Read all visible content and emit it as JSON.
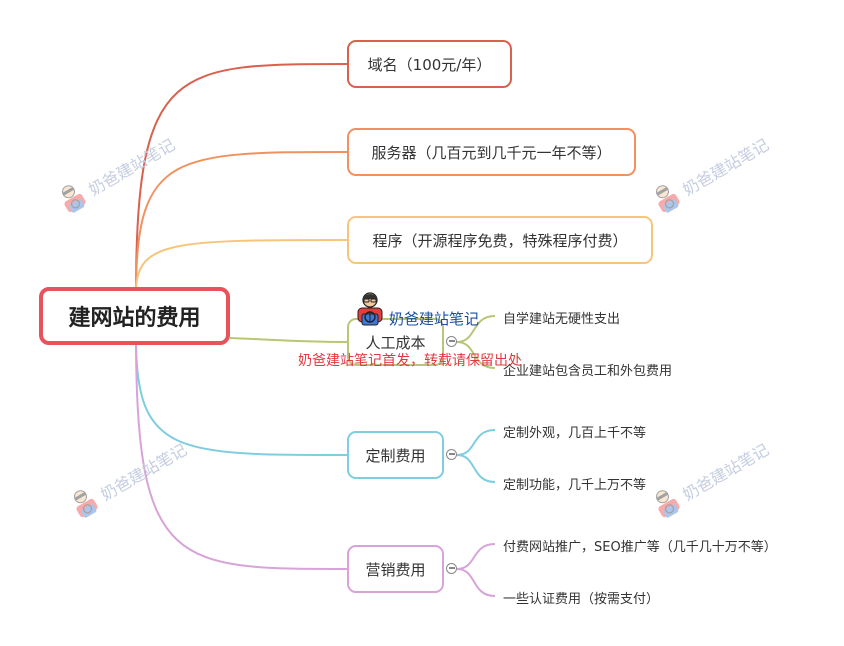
{
  "mindmap": {
    "root": {
      "label": "建网站的费用",
      "color": "#e8525a"
    },
    "branches": [
      {
        "id": "domain",
        "label": "域名（100元/年）",
        "color": "#d9614e",
        "children": []
      },
      {
        "id": "server",
        "label": "服务器（几百元到几千元一年不等）",
        "color": "#f0915f",
        "children": []
      },
      {
        "id": "program",
        "label": "程序（开源程序免费，特殊程序付费）",
        "color": "#f5c57c",
        "children": []
      },
      {
        "id": "labor",
        "label": "人工成本",
        "color": "#b7c776",
        "children": [
          "自学建站无硬性支出",
          "企业建站包含员工和外包费用"
        ]
      },
      {
        "id": "custom",
        "label": "定制费用",
        "color": "#7fcde0",
        "children": [
          "定制外观，几百上千不等",
          "定制功能，几千上万不等"
        ]
      },
      {
        "id": "marketing",
        "label": "营销费用",
        "color": "#d7a3d9",
        "children": [
          "付费网站推广，SEO推广等（几千几十万不等）",
          "一些认证费用（按需支付）"
        ]
      }
    ]
  },
  "watermark": {
    "text": "奶爸建站笔记",
    "color": "#c5cde0"
  },
  "overlay": {
    "brand_text": "奶爸建站笔记",
    "brand_color": "#1a4fa0",
    "notice": "奶爸建站笔记首发，转载请保留出处",
    "notice_color": "#e0393e"
  }
}
